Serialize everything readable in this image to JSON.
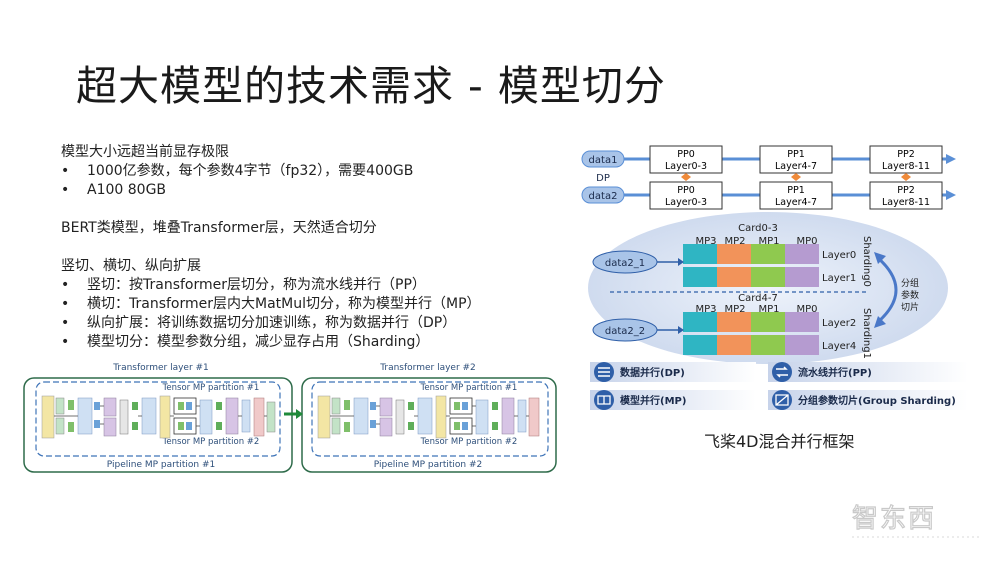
{
  "title": "超大模型的技术需求 - 模型切分",
  "body": {
    "p1": "模型大小远超当前显存极限",
    "b1": "1000亿参数，每个参数4字节（fp32），需要400GB",
    "b2": "A100 80GB",
    "p2": "BERT类模型，堆叠Transformer层，天然适合切分",
    "p3": "竖切、横切、纵向扩展",
    "b3": "竖切：按Transformer层切分，称为流水线并行（PP）",
    "b4": "横切：Transformer层内大MatMul切分，称为模型并行（MP）",
    "b5": "纵向扩展：将训练数据切分加速训练，称为数据并行（DP）",
    "b6": "模型切分：模型参数分组，减少显存占用（Sharding）"
  },
  "left_diagram": {
    "layer1": "Transformer layer #1",
    "layer2": "Transformer layer #2",
    "tmp1": "Tensor MP partition #1",
    "tmp2": "Tensor MP partition #2",
    "pipe1": "Pipeline MP partition #1",
    "pipe2": "Pipeline MP partition #2"
  },
  "right_diagram": {
    "data1": "data1",
    "data2": "data2",
    "dp": "DP",
    "pp_top": [
      {
        "name": "PP0",
        "layers": "Layer0-3"
      },
      {
        "name": "PP1",
        "layers": "Layer4-7"
      },
      {
        "name": "PP2",
        "layers": "Layer8-11"
      }
    ],
    "pp_bottom": [
      {
        "name": "PP0",
        "layers": "Layer0-3"
      },
      {
        "name": "PP1",
        "layers": "Layer4-7"
      },
      {
        "name": "PP2",
        "layers": "Layer8-11"
      }
    ],
    "card1": "Card0-3",
    "card2": "Card4-7",
    "mp": [
      "MP3",
      "MP2",
      "MP1",
      "MP0"
    ],
    "layers_a": [
      "Layer0",
      "Layer1"
    ],
    "layers_b": [
      "Layer2",
      "Layer4"
    ],
    "sharding0": "Sharding0",
    "sharding1": "Sharding1",
    "fenzu": "分组参数切片",
    "data2_1": "data2_1",
    "data2_2": "data2_2",
    "legend": {
      "dp": "数据并行(DP)",
      "pp": "流水线并行(PP)",
      "mp": "模型并行(MP)",
      "gs": "分组参数切片(Group Sharding)"
    },
    "colors": {
      "mp3": "#2fb5c3",
      "mp2": "#f2935a",
      "mp1": "#8fc94f",
      "mp0": "#b59bd0"
    }
  },
  "caption": "飞桨4D混合并行框架",
  "watermark": "智东西"
}
